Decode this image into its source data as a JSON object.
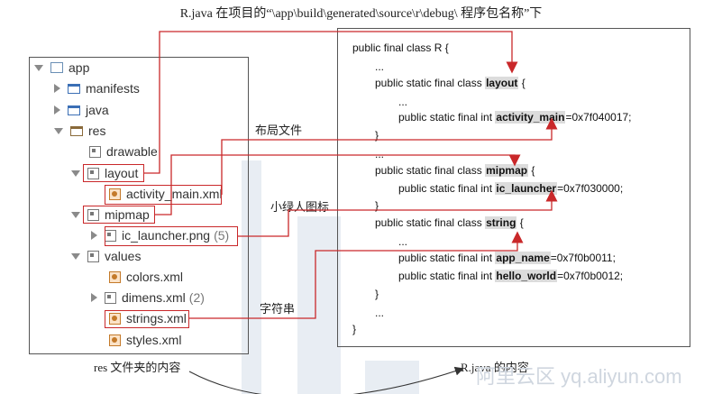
{
  "title": "R.java 在项目的“\\app\\build\\generated\\source\\r\\debug\\ 程序包名称”下",
  "tree": {
    "app": "app",
    "manifests": "manifests",
    "java": "java",
    "res": "res",
    "drawable": "drawable",
    "layout": "layout",
    "activity_main": "activity_main.xml",
    "mipmap": "mipmap",
    "ic_launcher": "ic_launcher.png",
    "ic_launcher_count": "(5)",
    "values": "values",
    "colors": "colors.xml",
    "dimens": "dimens.xml",
    "dimens_count": "(2)",
    "strings": "strings.xml",
    "styles": "styles.xml"
  },
  "code": {
    "class_prefix": "public final class R {",
    "dots": "...",
    "static_class": "public static final class ",
    "static_int": "public static final int ",
    "layout": "layout",
    "open_brace": " {",
    "close_brace": "}",
    "activity_main": "activity_main",
    "activity_main_val": "=0x7f040017;",
    "mipmap": "mipmap",
    "ic_launcher": "ic_launcher",
    "ic_launcher_val": "=0x7f030000;",
    "string": "string",
    "app_name": "app_name",
    "app_name_val": "=0x7f0b0011;",
    "hello_world": "hello_world",
    "hello_world_val": "=0x7f0b0012;"
  },
  "labels": {
    "layout_file": "布局文件",
    "green_icon": "小绿人图标",
    "string": "字符串"
  },
  "captions": {
    "res_content": "res 文件夹的内容",
    "rjava_content": "R.java 的内容"
  },
  "watermark": "阿里云区 yq.aliyun.com",
  "colors": {
    "highlight": "#c9282a",
    "folder": "#3b6fb5"
  }
}
